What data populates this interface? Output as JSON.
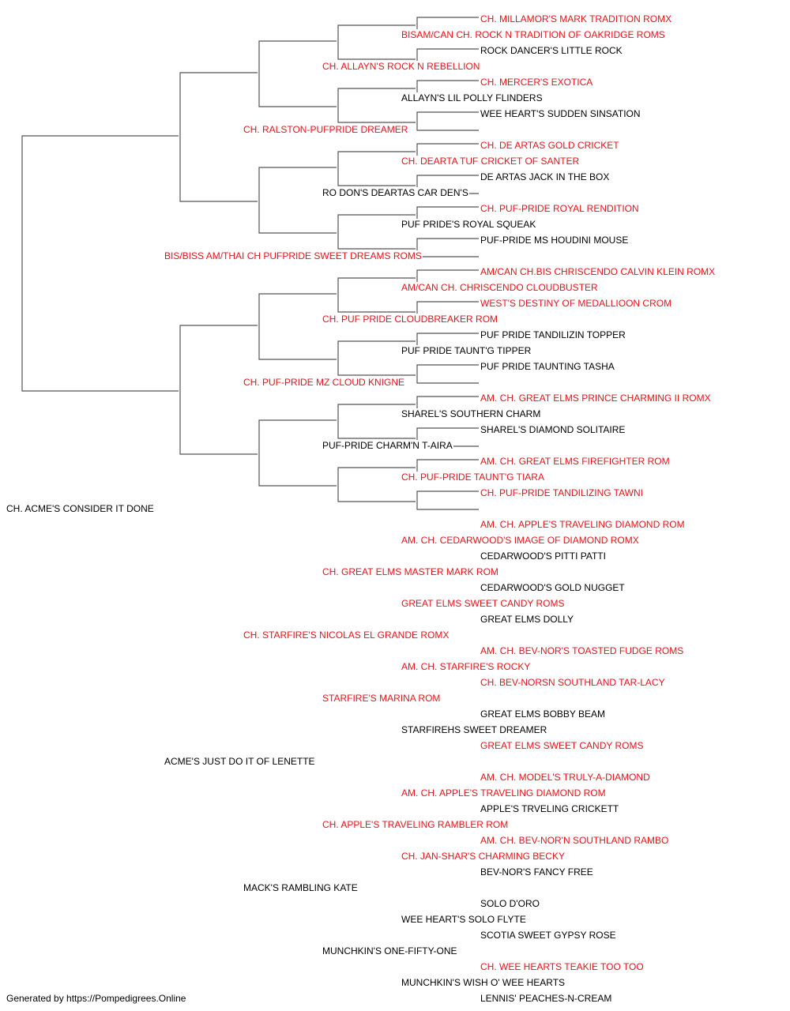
{
  "colors": {
    "champion": "#e8121b",
    "regular": "#000000",
    "line": "#555555"
  },
  "pedigree": {
    "subject": "CH. ACME'S CONSIDER IT DONE",
    "sire": "BIS/BISS AM/THAI CH PUFPRIDE SWEET DREAMS ROMS",
    "dam": "ACME'S JUST DO IT OF LENETTE",
    "sire_sire": "CH. RALSTON-PUFPRIDE DREAMER",
    "sire_dam": "CH. PUF-PRIDE MZ CLOUD KNIGNE",
    "dam_sire": "CH. STARFIRE'S NICOLAS EL GRANDE ROMX",
    "dam_dam": "MACK'S RAMBLING KATE",
    "gen3": [
      "CH. ALLAYN'S ROCK N REBELLION",
      "RO DON'S DEARTAS CAR DEN'S",
      "CH. PUF PRIDE CLOUDBREAKER ROM",
      "PUF-PRIDE CHARM'N T-AIRA",
      "CH. GREAT ELMS MASTER MARK ROM",
      "STARFIRE'S MARINA ROM",
      "CH. APPLE'S TRAVELING RAMBLER ROM",
      "MUNCHKIN'S ONE-FIFTY-ONE"
    ],
    "gen4": [
      "BISAM/CAN CH. ROCK N TRADITION OF OAKRIDGE ROMS",
      "ALLAYN'S LIL POLLY FLINDERS",
      "CH. DEARTA TUF CRICKET OF SANTER",
      "PUF PRIDE'S ROYAL SQUEAK",
      "AM/CAN CH. CHRISCENDO CLOUDBUSTER",
      "PUF PRIDE TAUNT'G TIPPER",
      "SHAREL'S SOUTHERN CHARM",
      "CH. PUF-PRIDE TAUNT'G TIARA",
      "AM. CH. CEDARWOOD'S IMAGE OF DIAMOND ROMX",
      "GREAT ELMS SWEET CANDY ROMS",
      "AM. CH. STARFIRE'S ROCKY",
      "STARFIREHS SWEET DREAMER",
      "AM. CH. APPLE'S TRAVELING DIAMOND ROM",
      "CH. JAN-SHAR'S CHARMING BECKY",
      "WEE HEART'S SOLO FLYTE",
      "MUNCHKIN'S WISH O' WEE HEARTS"
    ],
    "gen5": [
      "CH. MILLAMOR'S MARK TRADITION ROMX",
      "ROCK DANCER'S LITTLE ROCK",
      "CH. MERCER'S EXOTICA",
      "WEE HEART'S SUDDEN SINSATION",
      "CH. DE ARTAS GOLD CRICKET",
      "DE ARTAS JACK IN THE BOX",
      "CH. PUF-PRIDE ROYAL RENDITION",
      "PUF-PRIDE MS HOUDINI MOUSE",
      "AM/CAN CH.BIS CHRISCENDO CALVIN KLEIN ROMX",
      "WEST'S DESTINY OF MEDALLIOON CROM",
      "PUF PRIDE TANDILIZIN TOPPER",
      "PUF PRIDE TAUNTING TASHA",
      "AM. CH. GREAT ELMS PRINCE CHARMING II ROMX",
      "SHAREL'S DIAMOND SOLITAIRE",
      "AM. CH. GREAT ELMS FIREFIGHTER ROM",
      "CH. PUF-PRIDE TANDILIZING TAWNI",
      "AM. CH. APPLE'S TRAVELING DIAMOND ROM",
      "CEDARWOOD'S PITTI PATTI",
      "CEDARWOOD'S GOLD NUGGET",
      "GREAT ELMS DOLLY",
      "AM. CH. BEV-NOR'S TOASTED FUDGE ROMS",
      "CH. BEV-NORSN SOUTHLAND TAR-LACY",
      "GREAT ELMS BOBBY BEAM",
      "GREAT ELMS SWEET CANDY ROMS",
      "AM. CH. MODEL'S TRULY-A-DIAMOND",
      "APPLE'S TRVELING CRICKETT",
      "AM. CH. BEV-NOR'N SOUTHLAND RAMBO",
      "BEV-NOR'S FANCY FREE",
      "SOLO D'ORO",
      "SCOTIA SWEET GYPSY ROSE",
      "CH. WEE HEARTS TEAKIE TOO TOO",
      "LENNIS' PEACHES-N-CREAM"
    ]
  },
  "footer": "Generated by https://Pompedigrees.Online"
}
